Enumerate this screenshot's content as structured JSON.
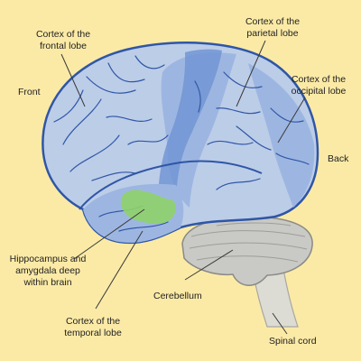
{
  "colors": {
    "background": "#fbeaa6",
    "brain_outline": "#2f56a6",
    "cortex_light": "#bccde8",
    "cortex_medium": "#9db6e1",
    "cortex_dark": "#7295d3",
    "hippocampus_amygdala": "#8fd16a",
    "cerebellum": "#c9c9c5",
    "spinal_cord": "#dcdcd4",
    "leader_line": "#3a3a3a"
  },
  "labels": {
    "frontal": "Cortex of the\nfrontal lobe",
    "parietal": "Cortex of the\nparietal lobe",
    "occipital": "Cortex of the\noccipital lobe",
    "front": "Front",
    "back": "Back",
    "hippocampus": "Hippocampus and\namygdala deep\nwithin brain",
    "cerebellum": "Cerebellum",
    "temporal": "Cortex of the\ntemporal lobe",
    "spinal": "Spinal cord"
  }
}
